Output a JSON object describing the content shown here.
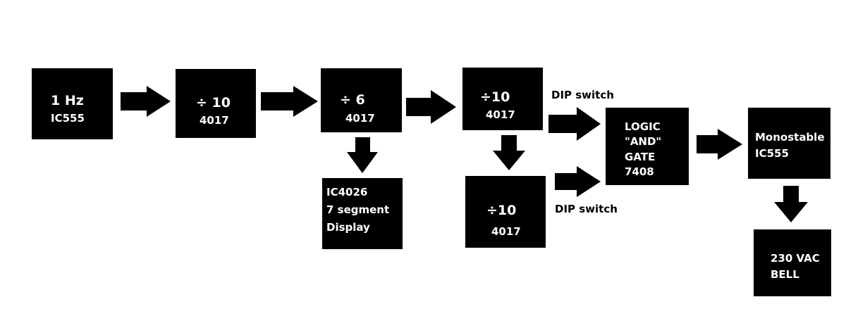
{
  "blocks": {
    "oscillator": {
      "title": "1 Hz",
      "chip": "IC555"
    },
    "divider10_a": {
      "title": "÷ 10",
      "chip": "4017"
    },
    "divider6": {
      "title": "÷ 6",
      "chip": "4017"
    },
    "divider10_b": {
      "title": "÷10",
      "chip": "4017"
    },
    "divider10_c": {
      "title": "÷10",
      "chip": "4017"
    },
    "display": {
      "lines": [
        "IC4026",
        "7 segment",
        "Display"
      ]
    },
    "logic_gate": {
      "lines": [
        "LOGIC",
        "\"AND\"",
        "GATE",
        "7408"
      ]
    },
    "monostable": {
      "lines": [
        "Monostable",
        "IC555"
      ]
    },
    "bell": {
      "lines": [
        "230 VAC",
        "BELL"
      ]
    }
  },
  "labels": {
    "dip_switch_top": "DIP switch",
    "dip_switch_bottom": "DIP switch"
  },
  "colors": {
    "block": "#000000",
    "text": "#ffffff",
    "background": "#ffffff"
  }
}
